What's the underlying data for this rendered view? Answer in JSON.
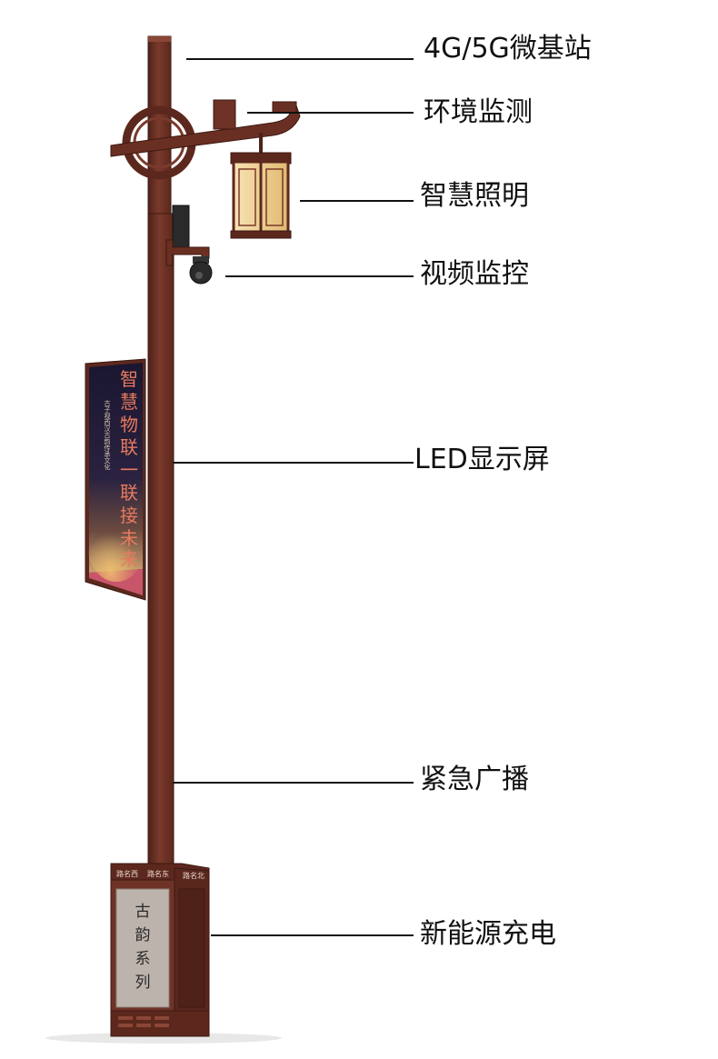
{
  "labels": {
    "base_station": "4G/5G微基站",
    "environment": "环境监测",
    "lighting": "智慧照明",
    "video": "视频监控",
    "led": "LED显示屏",
    "broadcast": "紧急广播",
    "charging": "新能源充电"
  },
  "screen": {
    "line1": "智慧物联",
    "line2": "一联接未来",
    "small_text": "古子视西汉古韵传承文化"
  },
  "cabinet": {
    "panel_text": [
      "古",
      "韵",
      "系",
      "列"
    ],
    "sign_west": "路名西",
    "sign_east": "路名东",
    "sign_side": "路名北"
  },
  "colors": {
    "pole": "#6e3326",
    "pole_dark": "#4f2219",
    "pole_light": "#8a4636",
    "lantern_glow": "#f3d9a0",
    "screen_bg": "#1e1830",
    "screen_accent": "#e77a5e",
    "cabinet_panel": "#bdb3ad"
  }
}
